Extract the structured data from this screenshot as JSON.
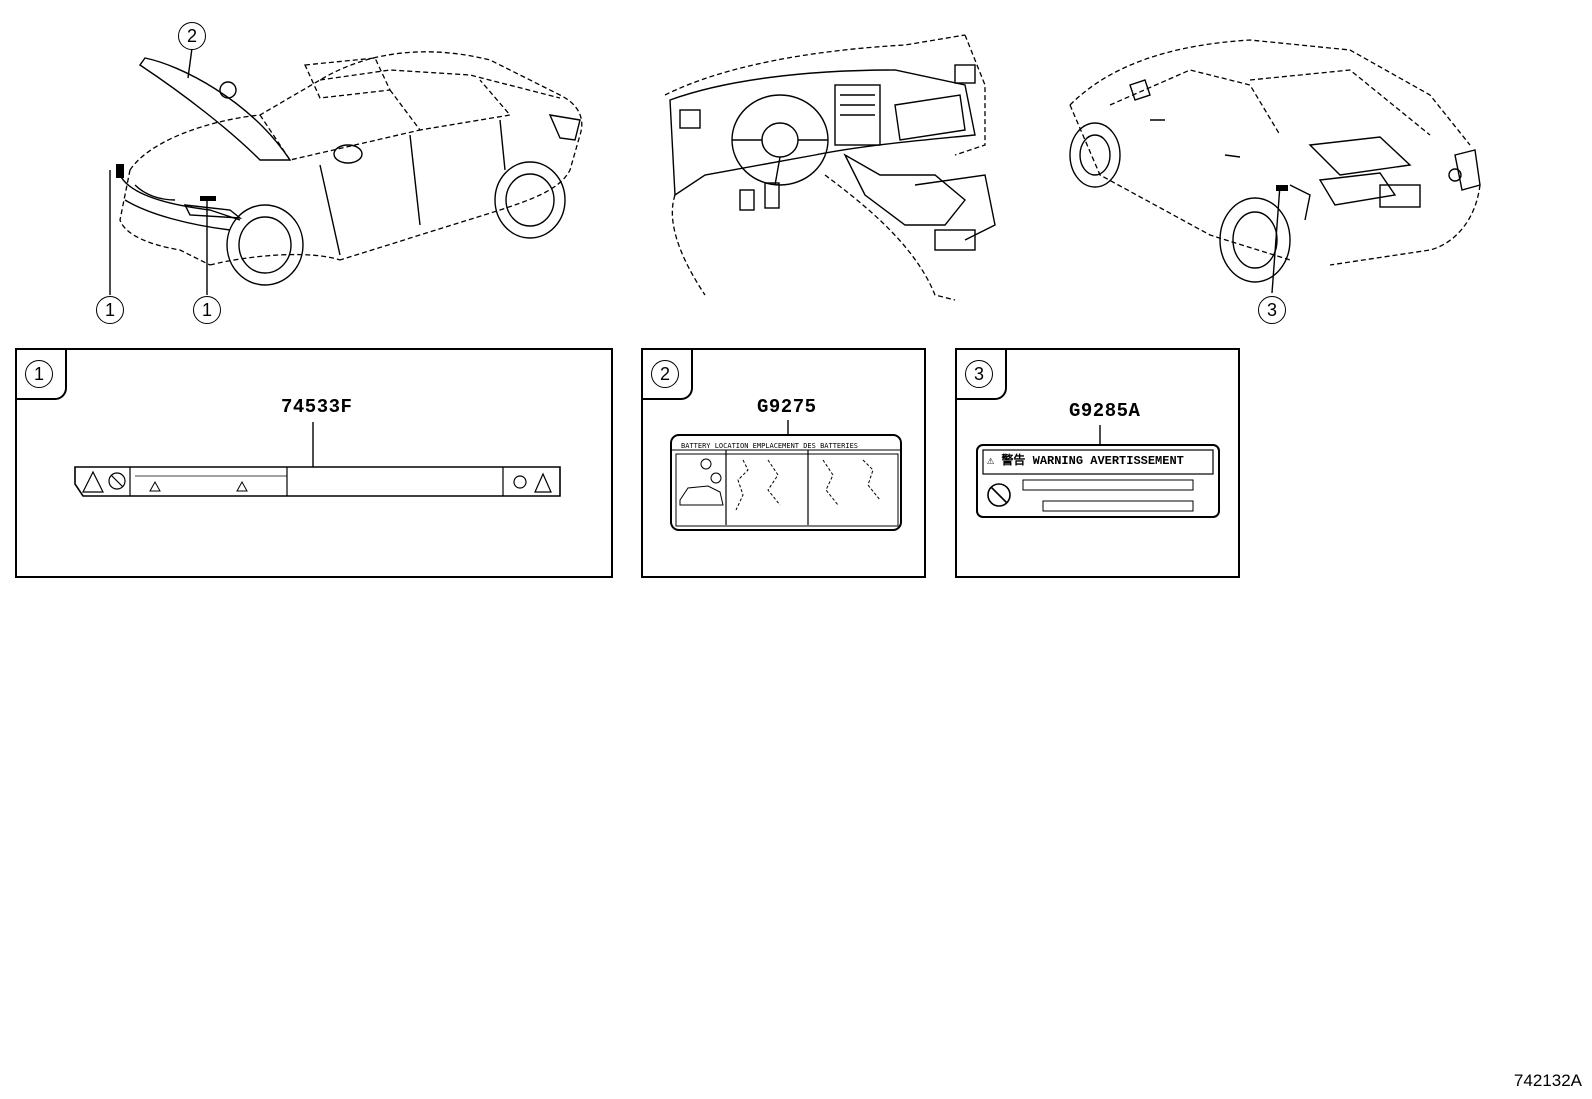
{
  "callouts": {
    "c1": "1",
    "c2": "2",
    "c3": "3"
  },
  "panels": [
    {
      "index": "1",
      "part_number": "74533F"
    },
    {
      "index": "2",
      "part_number": "G9275",
      "label_text": "BATTERY LOCATION  EMPLACEMENT DES BATTERIES"
    },
    {
      "index": "3",
      "part_number": "G9285A",
      "label_text": "⚠ 警告 WARNING AVERTISSEMENT"
    }
  ],
  "diagram_id": "742132A"
}
